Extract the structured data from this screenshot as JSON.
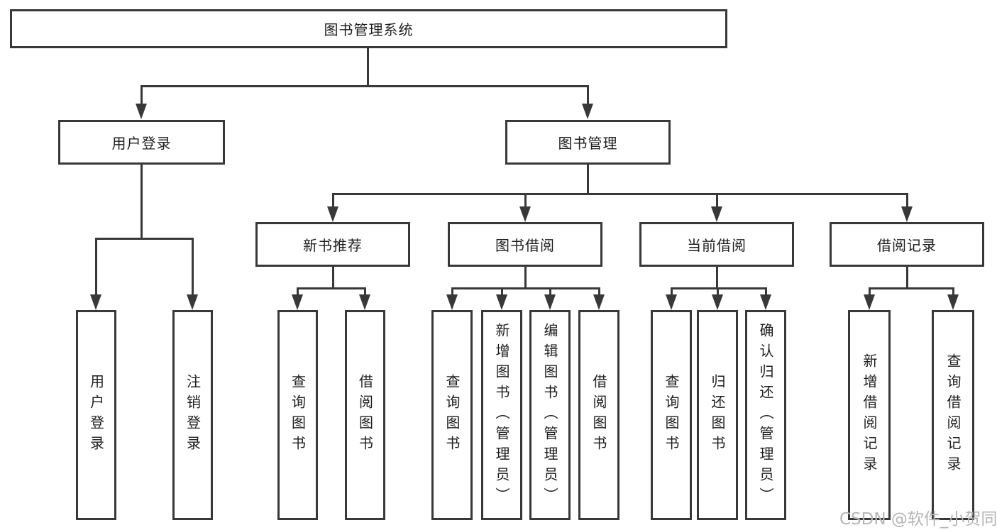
{
  "diagram_title": "图书管理系统",
  "watermark": "CSDN @软件_小贺同学",
  "colors": {
    "line": "#383838",
    "box_background": "#ffffff",
    "text": "#1e1e1e",
    "watermark": "#b5b5b5"
  },
  "tree": {
    "root": {
      "label": "图书管理系统"
    },
    "branches": [
      {
        "label": "用户登录",
        "children": [
          {
            "label": "用户登录"
          },
          {
            "label": "注销登录"
          }
        ]
      },
      {
        "label": "图书管理",
        "children": [
          {
            "label": "新书推荐",
            "children": [
              {
                "label": "查询图书"
              },
              {
                "label": "借阅图书"
              }
            ]
          },
          {
            "label": "图书借阅",
            "children": [
              {
                "label": "查询图书"
              },
              {
                "label": "新增图书（管理员）"
              },
              {
                "label": "编辑图书（管理员）"
              },
              {
                "label": "借阅图书"
              }
            ]
          },
          {
            "label": "当前借阅",
            "children": [
              {
                "label": "查询图书"
              },
              {
                "label": "归还图书"
              },
              {
                "label": "确认归还（管理员）"
              }
            ]
          },
          {
            "label": "借阅记录",
            "children": [
              {
                "label": "新增借阅记录"
              },
              {
                "label": "查询借阅记录"
              }
            ]
          }
        ]
      }
    ]
  }
}
